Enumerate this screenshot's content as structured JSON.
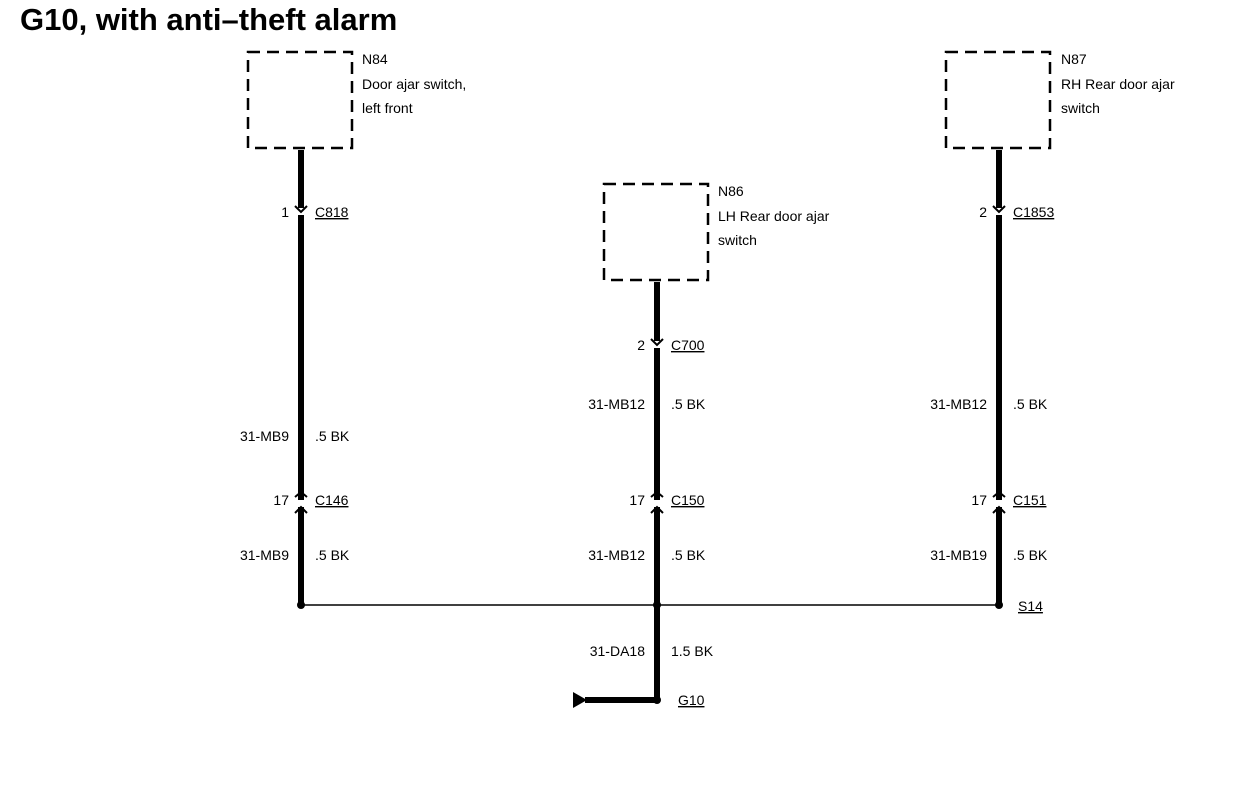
{
  "title": "G10, with anti–theft alarm",
  "components": {
    "n84": {
      "id": "N84",
      "line1": "Door ajar switch,",
      "line2": "left front"
    },
    "n86": {
      "id": "N86",
      "line1": "LH Rear door ajar",
      "line2": "switch"
    },
    "n87": {
      "id": "N87",
      "line1": "RH Rear door ajar",
      "line2": "switch"
    }
  },
  "connectors": {
    "c818": {
      "pin": "1",
      "name": "C818"
    },
    "c700": {
      "pin": "2",
      "name": "C700"
    },
    "c1853": {
      "pin": "2",
      "name": "C1853"
    },
    "c146": {
      "pin": "17",
      "name": "C146"
    },
    "c150": {
      "pin": "17",
      "name": "C150"
    },
    "c151": {
      "pin": "17",
      "name": "C151"
    }
  },
  "wires": {
    "left_upper": {
      "circuit": "31-MB9",
      "spec": ".5 BK"
    },
    "left_lower": {
      "circuit": "31-MB9",
      "spec": ".5 BK"
    },
    "mid_upper": {
      "circuit": "31-MB12",
      "spec": ".5 BK"
    },
    "mid_lower": {
      "circuit": "31-MB12",
      "spec": ".5 BK"
    },
    "right_upper": {
      "circuit": "31-MB12",
      "spec": ".5 BK"
    },
    "right_lower": {
      "circuit": "31-MB19",
      "spec": ".5 BK"
    },
    "ground": {
      "circuit": "31-DA18",
      "spec": "1.5 BK"
    }
  },
  "splice": {
    "name": "S14"
  },
  "ground_point": {
    "name": "G10"
  }
}
